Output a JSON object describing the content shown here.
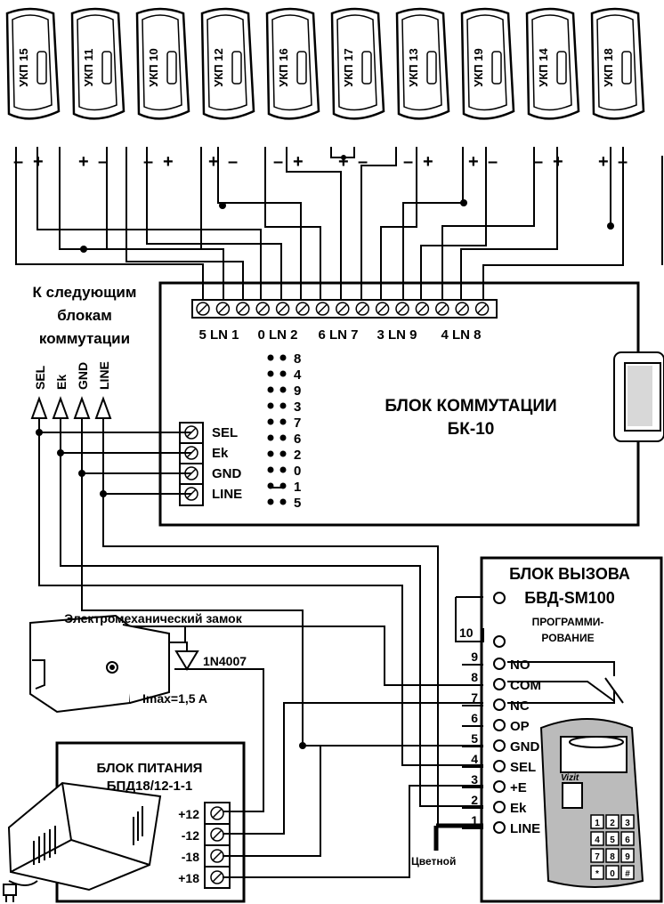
{
  "handsets": [
    "УКП 15",
    "УКП 11",
    "УКП 10",
    "УКП 12",
    "УКП 16",
    "УКП 17",
    "УКП 13",
    "УКП 19",
    "УКП 14",
    "УКП 18"
  ],
  "handset_pol": [
    [
      "–",
      "+"
    ],
    [
      "+",
      "–"
    ],
    [
      "–",
      "+"
    ],
    [
      "+",
      "–"
    ],
    [
      "–",
      "+"
    ],
    [
      "+",
      "–"
    ],
    [
      "–",
      "+"
    ],
    [
      "+",
      "–"
    ],
    [
      "–",
      "+"
    ],
    [
      "+",
      "–"
    ]
  ],
  "next_blocks": [
    "К следующим",
    "блокам",
    "коммутации"
  ],
  "bus_labels": [
    "SEL",
    "Ek",
    "GND",
    "LINE"
  ],
  "line_groups": [
    "5 LN 1",
    "0 LN 2",
    "6 LN 7",
    "3 LN 9",
    "4 LN 8"
  ],
  "bk": {
    "title1": "БЛОК КОММУТАЦИИ",
    "title2": "БК-10",
    "terms": [
      "SEL",
      "Ek",
      "GND",
      "LINE"
    ],
    "jumpers": [
      "8",
      "4",
      "9",
      "3",
      "7",
      "6",
      "2",
      "0",
      "1",
      "5"
    ]
  },
  "lock": {
    "title": "Электромеханический  замок",
    "diode": "1N4007",
    "imax": "Imax=1,5 A"
  },
  "psu": {
    "title1": "БЛОК ПИТАНИЯ",
    "title2": "БПД18/12-1-1",
    "terms": [
      "+12",
      "-12",
      "-18",
      "+18"
    ]
  },
  "bvd": {
    "title1": "БЛОК ВЫЗОВА",
    "title2": "БВД-SM100",
    "prog1": "ПРОГРАММИ-",
    "prog2": "РОВАНИЕ",
    "pin10": "10",
    "pins": [
      {
        "n": "9",
        "l": "NO"
      },
      {
        "n": "8",
        "l": "COM"
      },
      {
        "n": "7",
        "l": "NC"
      },
      {
        "n": "6",
        "l": "OP"
      },
      {
        "n": "5",
        "l": "GND"
      },
      {
        "n": "4",
        "l": "SEL"
      },
      {
        "n": "3",
        "l": "+E"
      },
      {
        "n": "2",
        "l": "Ek"
      },
      {
        "n": "1",
        "l": "LINE"
      }
    ],
    "keys": [
      "1",
      "2",
      "3",
      "4",
      "5",
      "6",
      "7",
      "8",
      "9",
      "*",
      "0",
      "#"
    ],
    "brand": "Vizit"
  },
  "color_label": "Цветной"
}
